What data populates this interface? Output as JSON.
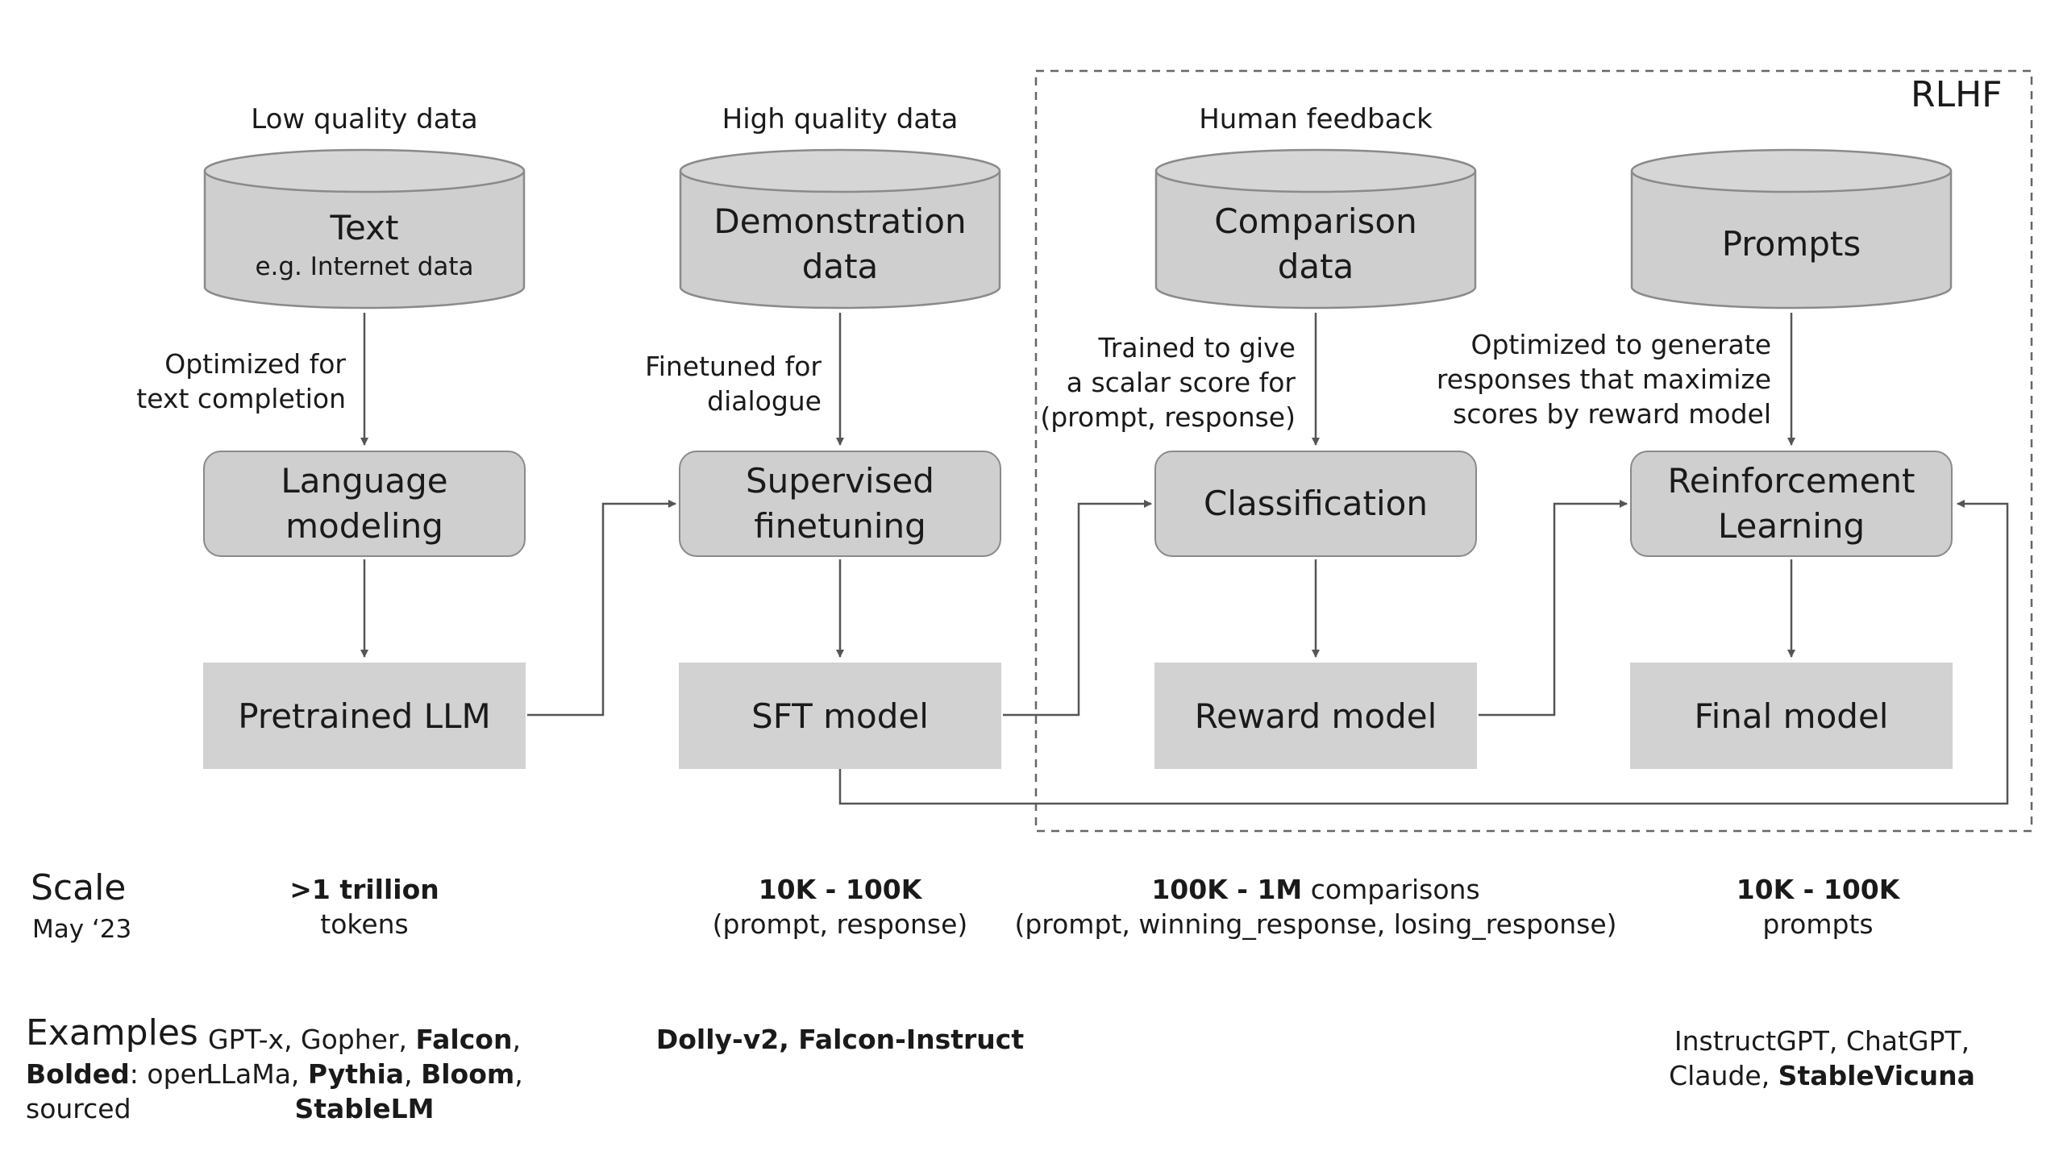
{
  "rlhf_label": "RLHF",
  "headers": {
    "low_quality": "Low quality data",
    "high_quality": "High quality data",
    "human_feedback": "Human feedback"
  },
  "datasets": {
    "text": {
      "title": "Text",
      "subtitle": "e.g. Internet data"
    },
    "demonstration": {
      "title": "Demonstration\ndata"
    },
    "comparison": {
      "title": "Comparison\ndata"
    },
    "prompts": {
      "title": "Prompts"
    }
  },
  "processes": {
    "language_modeling": "Language\nmodeling",
    "supervised_finetuning": "Supervised\nfinetuning",
    "classification": "Classification",
    "reinforcement_learning": "Reinforcement\nLearning"
  },
  "models": {
    "pretrained": "Pretrained LLM",
    "sft": "SFT model",
    "reward": "Reward model",
    "final": "Final model"
  },
  "edge_labels": {
    "text_completion": "Optimized for\ntext completion",
    "dialogue": "Finetuned for\ndialogue",
    "scalar_score": "Trained to give\na scalar score for\n(prompt, response)",
    "maximize": "Optimized to generate\nresponses that maximize\nscores by reward model"
  },
  "scale": {
    "title": "Scale",
    "date": "May ‘23",
    "pretrain": {
      "bold": ">1 trillion",
      "rest": "tokens"
    },
    "sft": {
      "bold": "10K - 100K",
      "rest": "(prompt, response)"
    },
    "reward": {
      "bold": "100K - 1M",
      "bold_suffix": " comparisons",
      "rest": "(prompt, winning_response, losing_response)"
    },
    "rl": {
      "bold": "10K - 100K",
      "rest": "prompts"
    }
  },
  "examples": {
    "title": "Examples",
    "note_bold": "Bolded",
    "note_rest": ": open",
    "note_line2": "sourced",
    "pretrain": {
      "l1a": "GPT-x, Gopher, ",
      "l1b": "Falcon",
      "l1c": ",",
      "l2a": "LLaMa, ",
      "l2b": "Pythia",
      "l2c": ", ",
      "l2d": "Bloom",
      "l2e": ",",
      "l3": "StableLM"
    },
    "sft": {
      "text": "Dolly-v2, Falcon-Instruct"
    },
    "rl": {
      "l1": "InstructGPT, ChatGPT,",
      "l2a": "Claude, ",
      "l2b": "StableVicuna"
    }
  },
  "colors": {
    "fill": "#cfcfcf",
    "stroke": "#8a8a8a",
    "arrow": "#555555",
    "dash": "#666666"
  }
}
